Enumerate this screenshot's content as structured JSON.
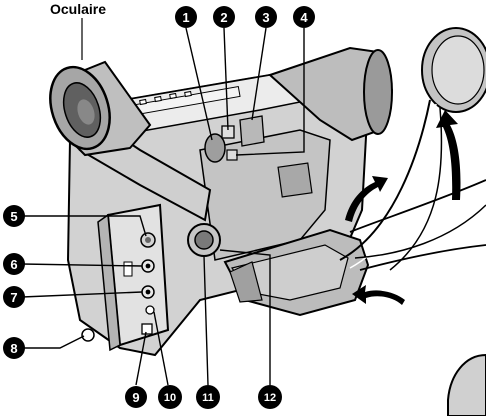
{
  "diagram": {
    "label_eyepiece": "Oculaire",
    "callouts": [
      "1",
      "2",
      "3",
      "4",
      "5",
      "6",
      "7",
      "8",
      "9",
      "10",
      "11",
      "12"
    ]
  },
  "colors": {
    "ink": "#000000",
    "body_shade": "#c8c8c8",
    "body_light": "#e6e6e6",
    "body_dark": "#8c8c8c",
    "lens_gray": "#5a5a5a"
  }
}
